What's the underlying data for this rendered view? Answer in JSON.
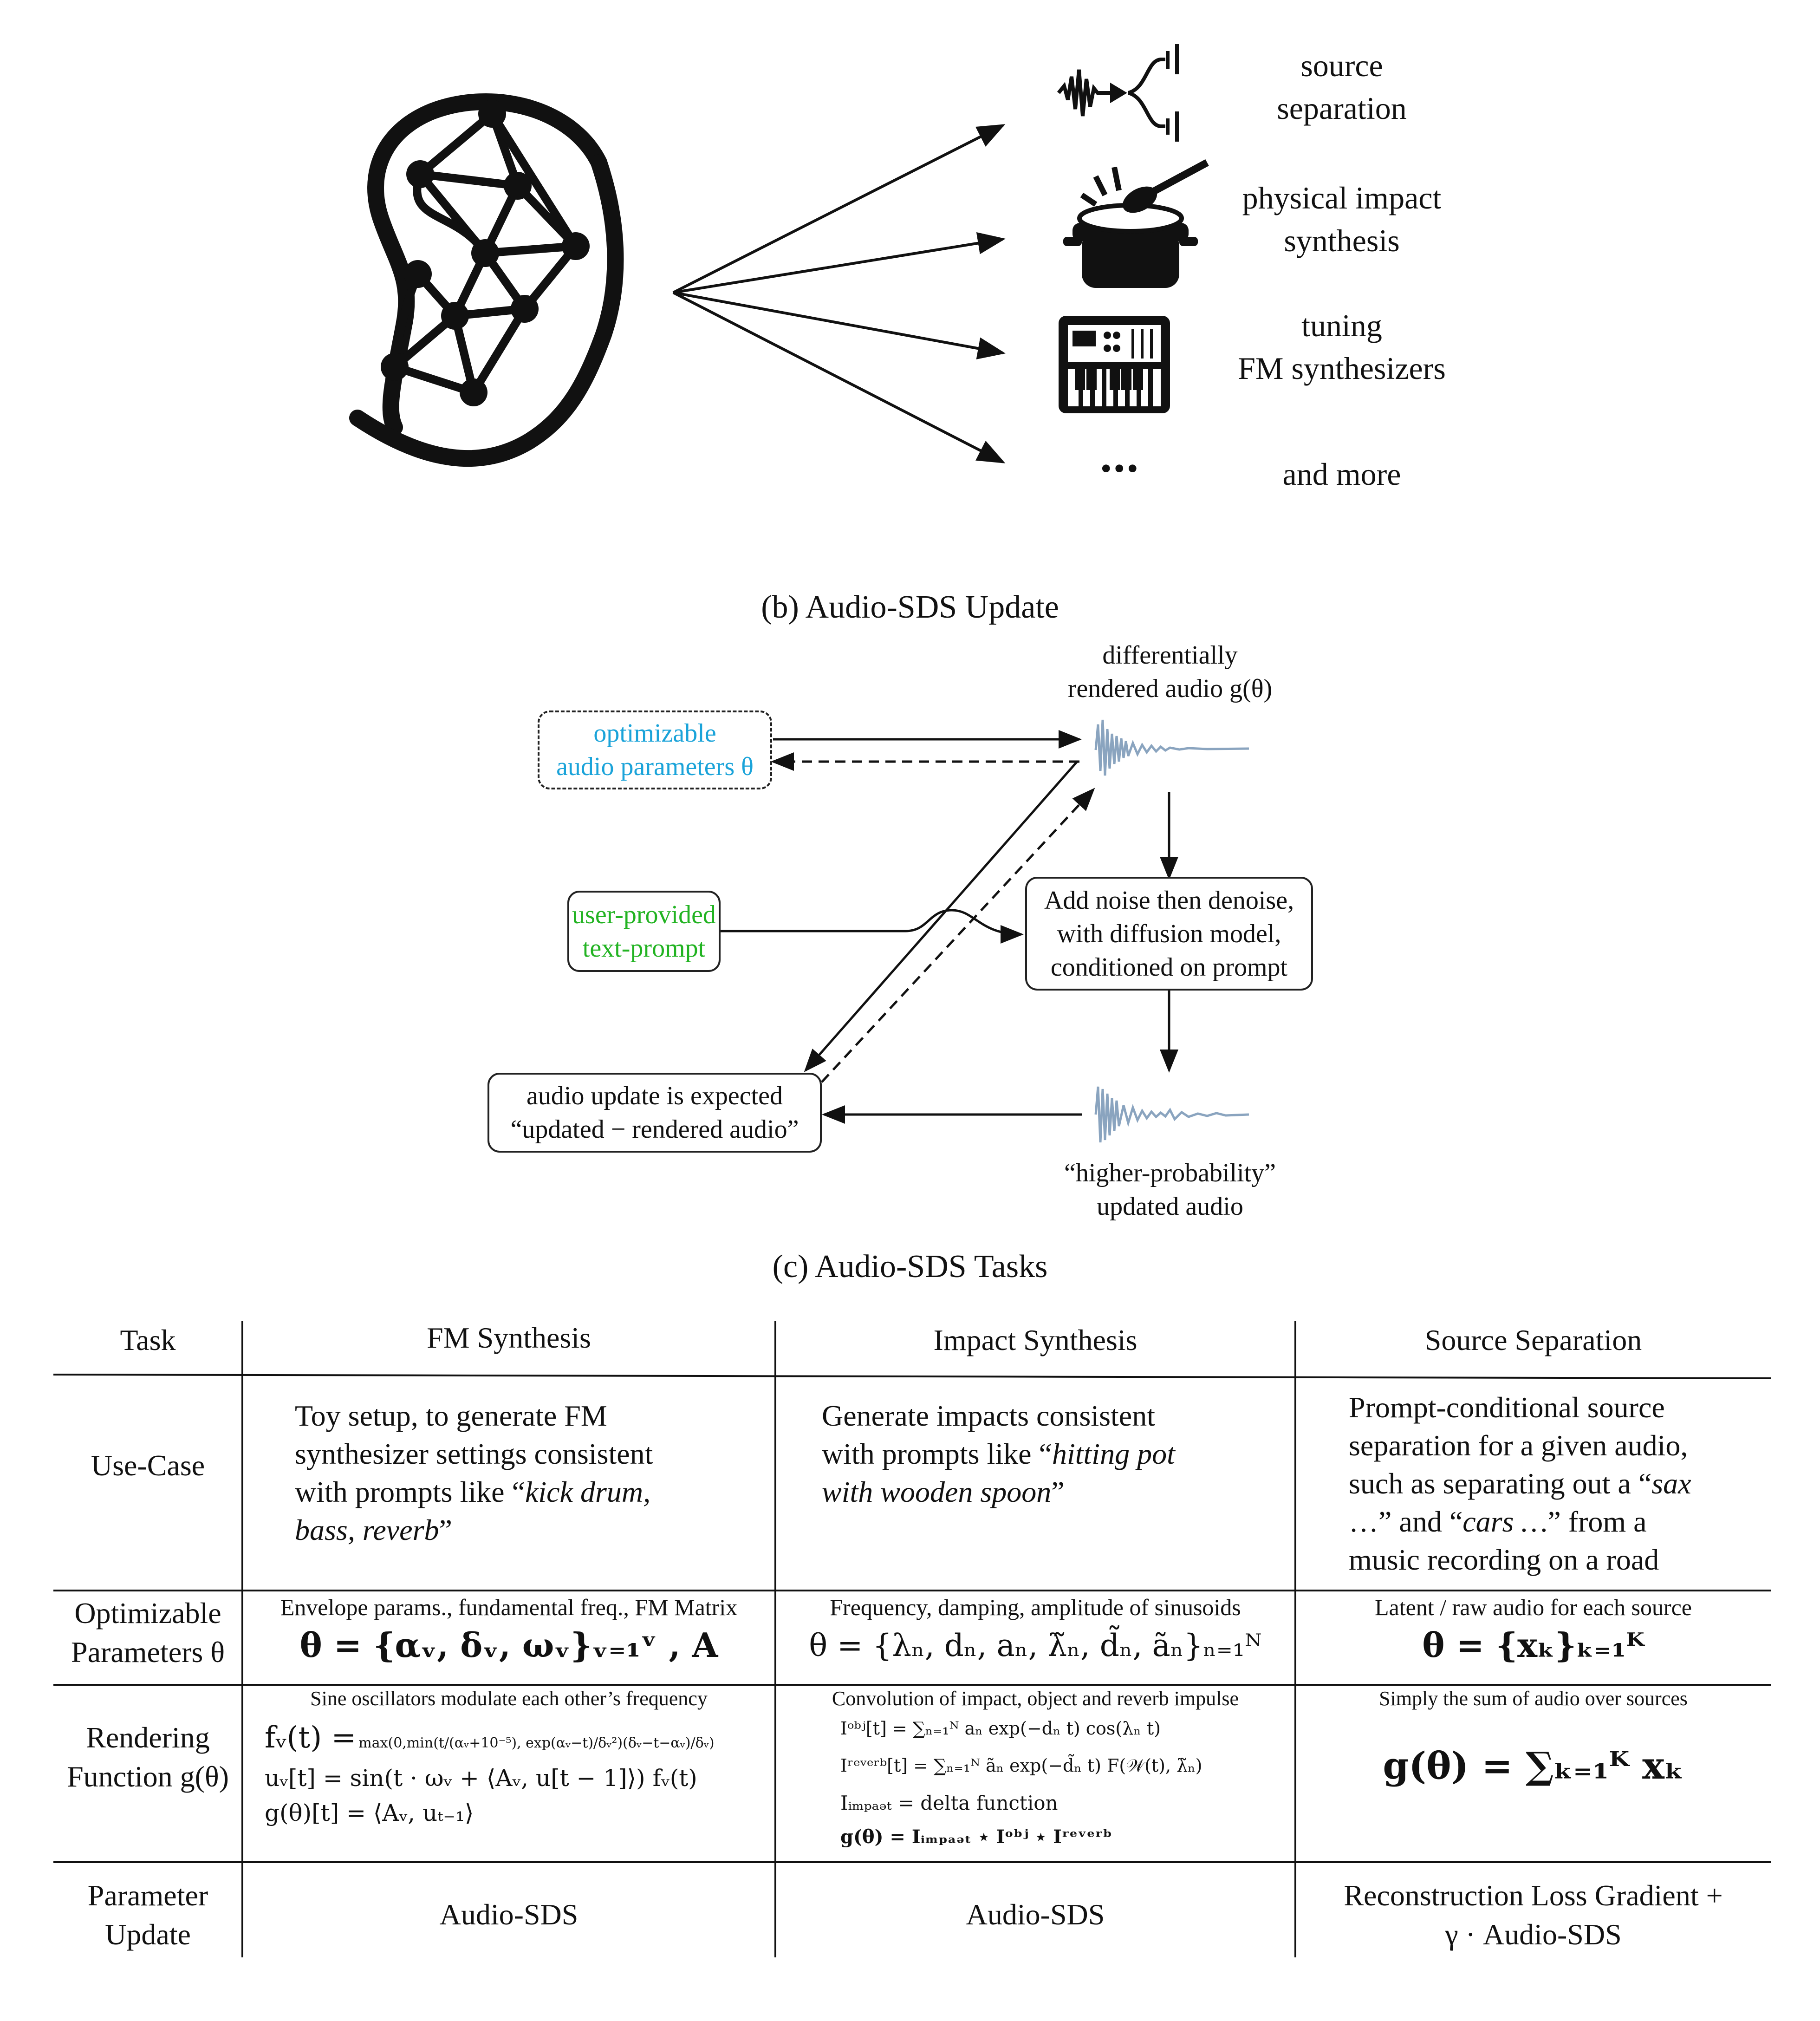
{
  "panel_a": {
    "tasks": [
      {
        "line1": "source",
        "line2": "separation"
      },
      {
        "line1": "physical impact",
        "line2": "synthesis"
      },
      {
        "line1": "tuning",
        "line2": "FM synthesizers"
      },
      {
        "line1": "and more",
        "line2": ""
      }
    ],
    "ellipsis": "•••"
  },
  "panel_b": {
    "caption": "(b) Audio-SDS Update",
    "rendered_label_line1": "differentially",
    "rendered_label_line2": "rendered audio g(θ)",
    "params_line1": "optimizable",
    "params_line2": "audio parameters θ",
    "prompt_line1": "user-provided",
    "prompt_line2": "text-prompt",
    "diffusion_line1": "Add noise then denoise,",
    "diffusion_line2": "with diffusion model,",
    "diffusion_line3": "conditioned on prompt",
    "update_line1": "audio update is expected",
    "update_line2": "“updated − rendered audio”",
    "updated_label_line1": "“higher-probability”",
    "updated_label_line2": "updated audio",
    "colors": {
      "params": "#1aa3d9",
      "prompt": "#22b322",
      "waveform": "#8aa4bf"
    }
  },
  "panel_c": {
    "caption": "(c) Audio-SDS Tasks",
    "headers": [
      "Task",
      "FM Synthesis",
      "Impact Synthesis",
      "Source Separation"
    ],
    "use_case_label": "Use-Case",
    "fm_use_1": "Toy setup, to generate FM",
    "fm_use_2": "synthesizer settings consistent",
    "fm_use_3a": "with prompts like “",
    "fm_use_3b": "kick drum,",
    "fm_use_4a": "bass, reverb",
    "fm_use_4b": "”",
    "imp_use_1": "Generate impacts consistent",
    "imp_use_2a": "with prompts like “",
    "imp_use_2b": "hitting pot",
    "imp_use_3a": "with wooden spoon",
    "imp_use_3b": "”",
    "sep_use_1": "Prompt-conditional source",
    "sep_use_2": "separation for a given audio,",
    "sep_use_3a": "such as separating out a “",
    "sep_use_3b": "sax",
    "sep_use_4a": "…” and “",
    "sep_use_4b": "cars …",
    "sep_use_4c": "” from a",
    "sep_use_5": "music recording on a road",
    "params_label_1": "Optimizable",
    "params_label_2": "Parameters θ",
    "fm_params_desc": "Envelope params., fundamental freq., FM Matrix",
    "fm_params_eq": "θ = {αᵥ, δᵥ, ωᵥ}ᵥ₌₁ᵛ , A",
    "imp_params_desc": "Frequency, damping, amplitude of sinusoids",
    "imp_params_eq": "θ = {λₙ, dₙ, aₙ, λ̃ₙ, d̃ₙ, ãₙ}ₙ₌₁ᴺ",
    "sep_params_desc": "Latent / raw audio for each source",
    "sep_params_eq": "θ = {xₖ}ₖ₌₁ᴷ",
    "render_label_1": "Rendering",
    "render_label_2": "Function g(θ)",
    "fm_render_desc": "Sine oscillators modulate each other’s frequency",
    "fm_render_eq1a": "fᵥ(t) =",
    "fm_render_eq1b": "max(0,min(t/(αᵥ+10⁻⁵), exp(αᵥ−t)/δᵥ²)(δᵥ−t−αᵥ)/δᵥ)",
    "fm_render_eq2": "uᵥ[t] = sin(t · ωᵥ + ⟨Aᵥ, u[t − 1]⟩) fᵥ(t)",
    "fm_render_eq3": "g(θ)[t] = ⟨Aᵥ, uₜ₋₁⟩",
    "imp_render_desc": "Convolution of impact, object and reverb impulse",
    "imp_render_eq1": "Iᵒᵇʲ[t] = ∑ₙ₌₁ᴺ aₙ exp(−dₙ t) cos(λₙ t)",
    "imp_render_eq2": "Iʳᵉᵛᵉʳᵇ[t] = ∑ₙ₌₁ᴺ ãₙ exp(−d̃ₙ t) F(𝒲(t), λ̃ₙ)",
    "imp_render_eq3": "Iᵢₘₚₐₔₜ = delta function",
    "imp_render_eq4": "g(θ) = Iᵢₘₚₐₔₜ ⋆ Iᵒᵇʲ ⋆ Iʳᵉᵛᵉʳᵇ",
    "sep_render_desc": "Simply the sum of audio over sources",
    "sep_render_eq": "g(θ) = ∑ₖ₌₁ᴷ xₖ",
    "update_label_1": "Parameter",
    "update_label_2": "Update",
    "fm_update": "Audio-SDS",
    "imp_update": "Audio-SDS",
    "sep_update_1": "Reconstruction Loss Gradient +",
    "sep_update_2": "γ · Audio-SDS"
  }
}
